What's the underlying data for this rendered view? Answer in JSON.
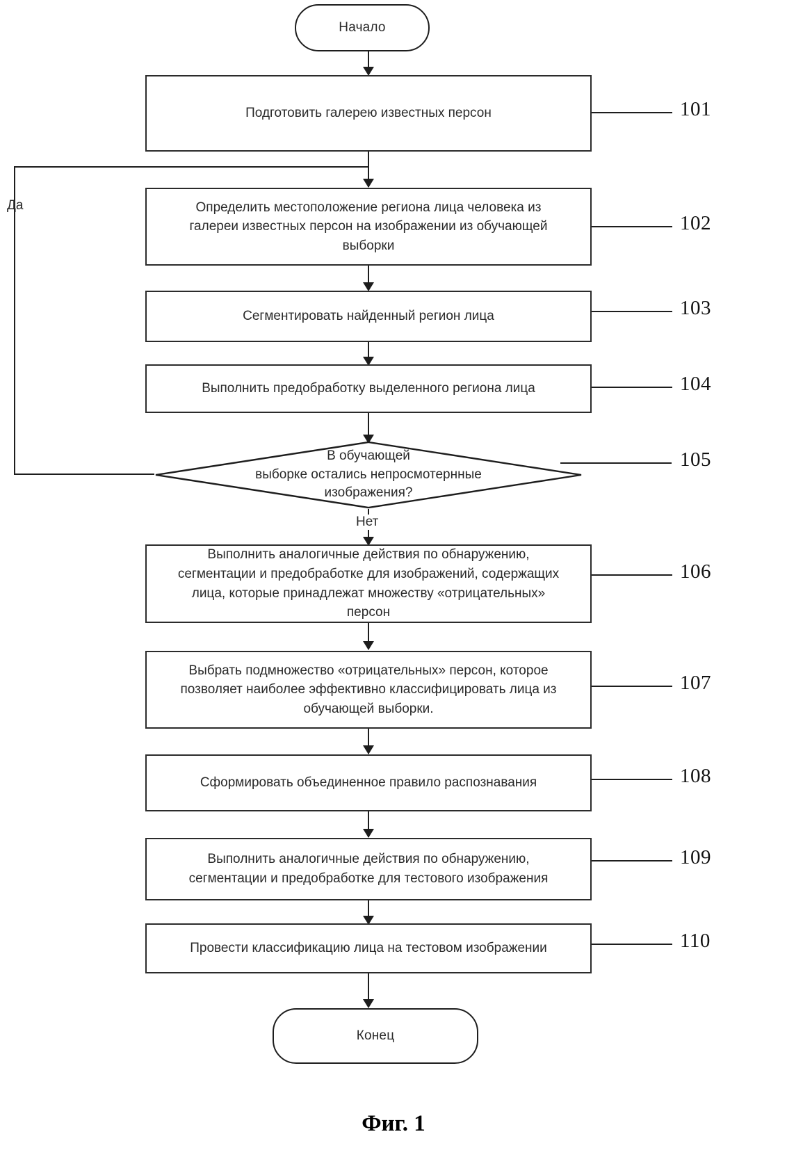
{
  "figure": {
    "caption": "Фиг. 1"
  },
  "nodes": {
    "start": {
      "label": "Начало",
      "type": "terminator"
    },
    "end": {
      "label": "Конец",
      "type": "terminator"
    },
    "s101": {
      "ref": "101",
      "text": "Подготовить галерею известных персон"
    },
    "s102": {
      "ref": "102",
      "text": "Определить местоположение региона лица человека из\nгалереи известных персон на изображении из обучающей\nвыборки"
    },
    "s103": {
      "ref": "103",
      "text": "Сегментировать найденный регион лица"
    },
    "s104": {
      "ref": "104",
      "text": "Выполнить предобработку выделенного региона лица"
    },
    "s105": {
      "ref": "105",
      "text": "В обучающей\nвыборке остались непросмотернные\nизображения?",
      "type": "decision"
    },
    "s106": {
      "ref": "106",
      "text": "Выполнить аналогичные действия по обнаружению,\nсегментации и предобработке для изображений, содержащих\nлица, которые принадлежат множеству «отрицательных»\nперсон"
    },
    "s107": {
      "ref": "107",
      "text": "Выбрать подмножество «отрицательных» персон, которое\nпозволяет наиболее эффективно классифицировать лица из\nобучающей выборки."
    },
    "s108": {
      "ref": "108",
      "text": "Сформировать объединенное правило распознавания"
    },
    "s109": {
      "ref": "109",
      "text": "Выполнить аналогичные действия по обнаружению,\nсегментации и предобработке для тестового изображения"
    },
    "s110": {
      "ref": "110",
      "text": "Провести классификацию лица на тестовом изображении"
    }
  },
  "branches": {
    "yes": "Да",
    "no": "Нет"
  },
  "chart_data": {
    "type": "diagram",
    "diagram_kind": "flowchart",
    "title": "Фиг. 1",
    "language": "ru",
    "nodes": [
      {
        "id": "start",
        "shape": "terminator",
        "label": "Начало"
      },
      {
        "id": "101",
        "shape": "process",
        "label": "Подготовить галерею известных персон"
      },
      {
        "id": "102",
        "shape": "process",
        "label": "Определить местоположение региона лица человека из галереи известных персон на изображении из обучающей выборки"
      },
      {
        "id": "103",
        "shape": "process",
        "label": "Сегментировать найденный регион лица"
      },
      {
        "id": "104",
        "shape": "process",
        "label": "Выполнить предобработку выделенного региона лица"
      },
      {
        "id": "105",
        "shape": "decision",
        "label": "В обучающей выборке остались непросмотернные изображения?"
      },
      {
        "id": "106",
        "shape": "process",
        "label": "Выполнить аналогичные действия по обнаружению, сегментации и предобработке для изображений, содержащих лица, которые принадлежат множеству «отрицательных» персон"
      },
      {
        "id": "107",
        "shape": "process",
        "label": "Выбрать подмножество «отрицательных» персон, которое позволяет наиболее эффективно классифицировать лица из обучающей выборки."
      },
      {
        "id": "108",
        "shape": "process",
        "label": "Сформировать объединенное правило распознавания"
      },
      {
        "id": "109",
        "shape": "process",
        "label": "Выполнить аналогичные действия по обнаружению, сегментации и предобработке для тестового изображения"
      },
      {
        "id": "110",
        "shape": "process",
        "label": "Провести классификацию лица на тестовом изображении"
      },
      {
        "id": "end",
        "shape": "terminator",
        "label": "Конец"
      }
    ],
    "edges": [
      {
        "from": "start",
        "to": "101",
        "label": ""
      },
      {
        "from": "101",
        "to": "102",
        "label": ""
      },
      {
        "from": "102",
        "to": "103",
        "label": ""
      },
      {
        "from": "103",
        "to": "104",
        "label": ""
      },
      {
        "from": "104",
        "to": "105",
        "label": ""
      },
      {
        "from": "105",
        "to": "102",
        "label": "Да"
      },
      {
        "from": "105",
        "to": "106",
        "label": "Нет"
      },
      {
        "from": "106",
        "to": "107",
        "label": ""
      },
      {
        "from": "107",
        "to": "108",
        "label": ""
      },
      {
        "from": "108",
        "to": "109",
        "label": ""
      },
      {
        "from": "109",
        "to": "110",
        "label": ""
      },
      {
        "from": "110",
        "to": "end",
        "label": ""
      }
    ]
  }
}
